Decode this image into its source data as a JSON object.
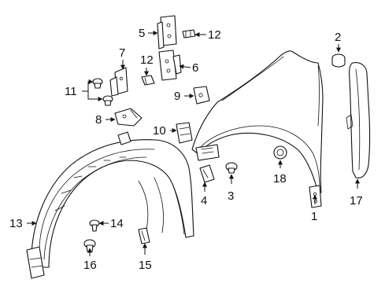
{
  "diagram": {
    "callouts": [
      {
        "id": "c1",
        "text": "1"
      },
      {
        "id": "c2",
        "text": "2"
      },
      {
        "id": "c3",
        "text": "3"
      },
      {
        "id": "c4",
        "text": "4"
      },
      {
        "id": "c5",
        "text": "5"
      },
      {
        "id": "c6",
        "text": "6"
      },
      {
        "id": "c7",
        "text": "7"
      },
      {
        "id": "c8",
        "text": "8"
      },
      {
        "id": "c9",
        "text": "9"
      },
      {
        "id": "c10",
        "text": "10"
      },
      {
        "id": "c11",
        "text": "11"
      },
      {
        "id": "c12a",
        "text": "12"
      },
      {
        "id": "c12b",
        "text": "12"
      },
      {
        "id": "c13",
        "text": "13"
      },
      {
        "id": "c14",
        "text": "14"
      },
      {
        "id": "c15",
        "text": "15"
      },
      {
        "id": "c16",
        "text": "16"
      },
      {
        "id": "c17",
        "text": "17"
      },
      {
        "id": "c18",
        "text": "18"
      }
    ]
  }
}
